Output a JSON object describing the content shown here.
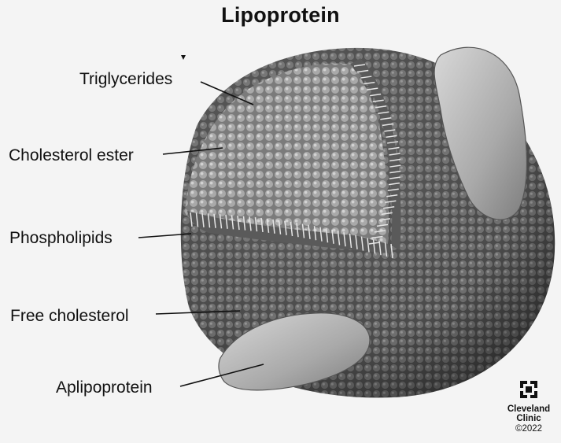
{
  "title": "Lipoprotein",
  "labels": {
    "triglycerides": "Triglycerides",
    "cholesterol_ester": "Cholesterol ester",
    "phospholipids": "Phospholipids",
    "free_cholesterol": "Free cholesterol",
    "aplipoprotein": "Aplipoprotein"
  },
  "logo": {
    "line1": "Cleveland",
    "line2": "Clinic",
    "year": "©2022",
    "icon": "cleveland-clinic-cross-logo"
  },
  "colors": {
    "background": "#f4f4f4",
    "surface_shell": "#6a6a6a",
    "core_beads": "#9d9d9d",
    "protein_band": "#bdbdbd"
  }
}
